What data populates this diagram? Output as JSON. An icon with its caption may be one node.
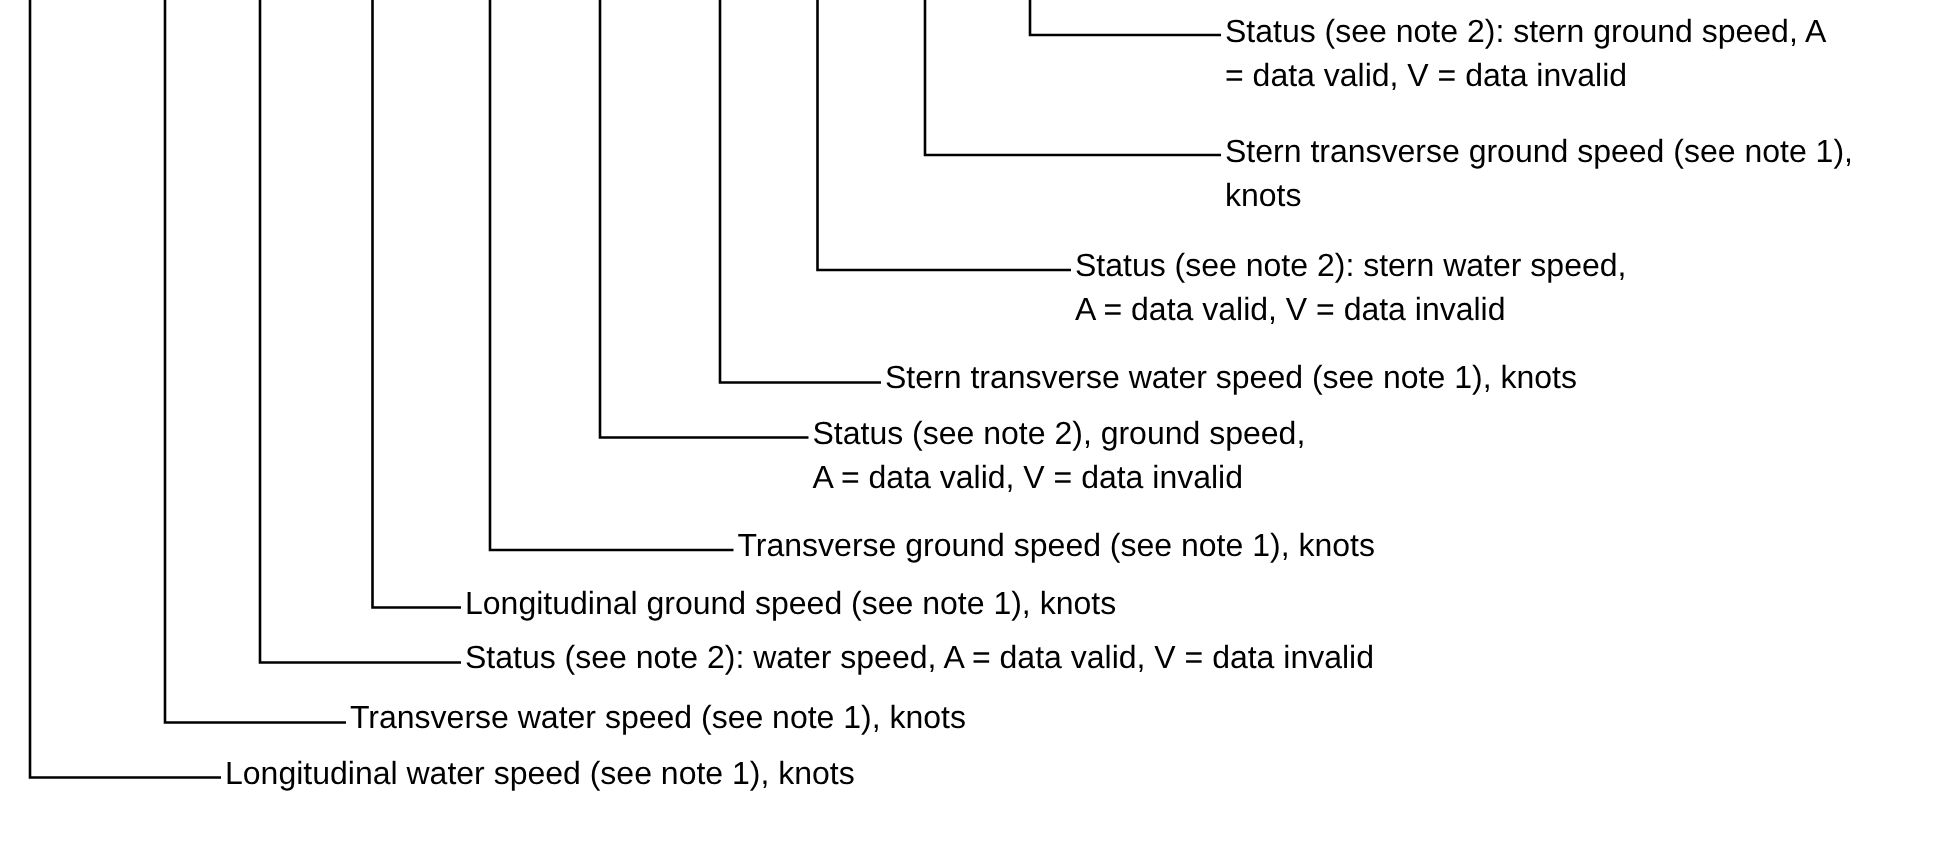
{
  "diagram": {
    "nodes": [
      {
        "text": [
          "Status (see note 2): stern ground speed, A = data valid, V = data invalid"
        ]
      },
      {
        "text": [
          "Stern transverse ground speed (see note 1), knots"
        ]
      },
      {
        "text": [
          "Status (see note 2): stern water speed, A = data valid, V = data invalid"
        ]
      },
      {
        "text": [
          "Stern transverse water speed (see note 1), knots"
        ]
      },
      {
        "text": [
          "Status (see note 2), ground speed, A = data valid, V = data invalid"
        ]
      },
      {
        "text": [
          "Transverse ground speed (see note 1), knots"
        ]
      },
      {
        "text": [
          "Longitudinal ground speed (see note 1), knots"
        ]
      },
      {
        "text": [
          "Status (see note 2): water speed, A = data valid, V = data invalid"
        ]
      },
      {
        "text": [
          "Transverse water speed (see note 1), knots"
        ]
      },
      {
        "text": [
          "Longitudinal water speed (see note 1), knots"
        ]
      }
    ],
    "edges": [
      {
        "from": 0,
        "to": null,
        "arrow": "none"
      },
      {
        "from": 1,
        "to": null,
        "arrow": "none"
      },
      {
        "from": 2,
        "to": null,
        "arrow": "none"
      },
      {
        "from": 3,
        "to": null,
        "arrow": "none"
      },
      {
        "from": 4,
        "to": null,
        "arrow": "none"
      },
      {
        "from": 5,
        "to": null,
        "arrow": "none"
      },
      {
        "from": 6,
        "to": null,
        "arrow": "none"
      },
      {
        "from": 7,
        "to": null,
        "arrow": "none"
      },
      {
        "from": 8,
        "to": null,
        "arrow": "none"
      },
      {
        "from": 9,
        "to": null,
        "arrow": "none"
      }
    ]
  }
}
